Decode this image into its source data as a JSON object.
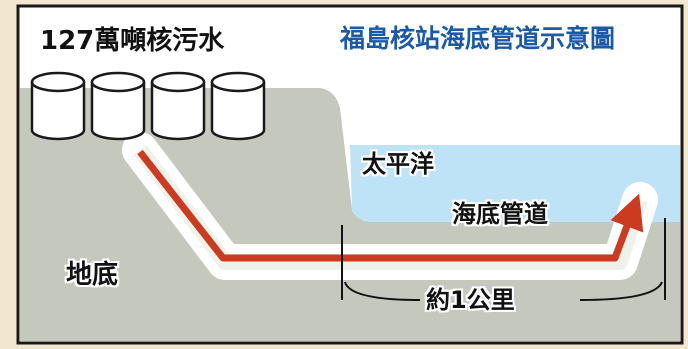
{
  "labels": {
    "tanks": "127萬噸核污水",
    "title": "福島核站海底管道示意圖",
    "ocean": "太平洋",
    "pipeline": "海底管道",
    "underground": "地底",
    "distance": "約1公里"
  },
  "colors": {
    "page_bg": "#f3e6cf",
    "land": "#c4c8bd",
    "sea": "#bfe3f6",
    "title": "#1a5aa8",
    "pipe": "#cc3b20",
    "tank_fill": "#ffffff",
    "tank_stroke": "#1a1a1a"
  },
  "icons": {
    "tanks": "storage-tank-icon",
    "flow": "arrow-icon"
  }
}
